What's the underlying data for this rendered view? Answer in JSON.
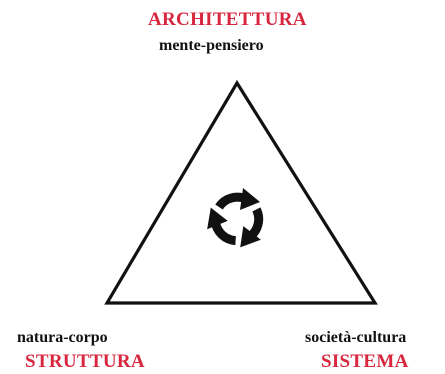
{
  "vertices": {
    "top": {
      "title": "ARCHITETTURA",
      "subtitle": "mente-pensiero"
    },
    "bottom_left": {
      "subtitle": "natura-corpo",
      "title": "STRUTTURA"
    },
    "bottom_right": {
      "subtitle": "società-cultura",
      "title": "SISTEMA"
    }
  },
  "center_icon": "circular-arrows-icon",
  "colors": {
    "title": "#d7263d",
    "subtitle": "#111111",
    "stroke": "#111111",
    "background": "#ffffff"
  }
}
